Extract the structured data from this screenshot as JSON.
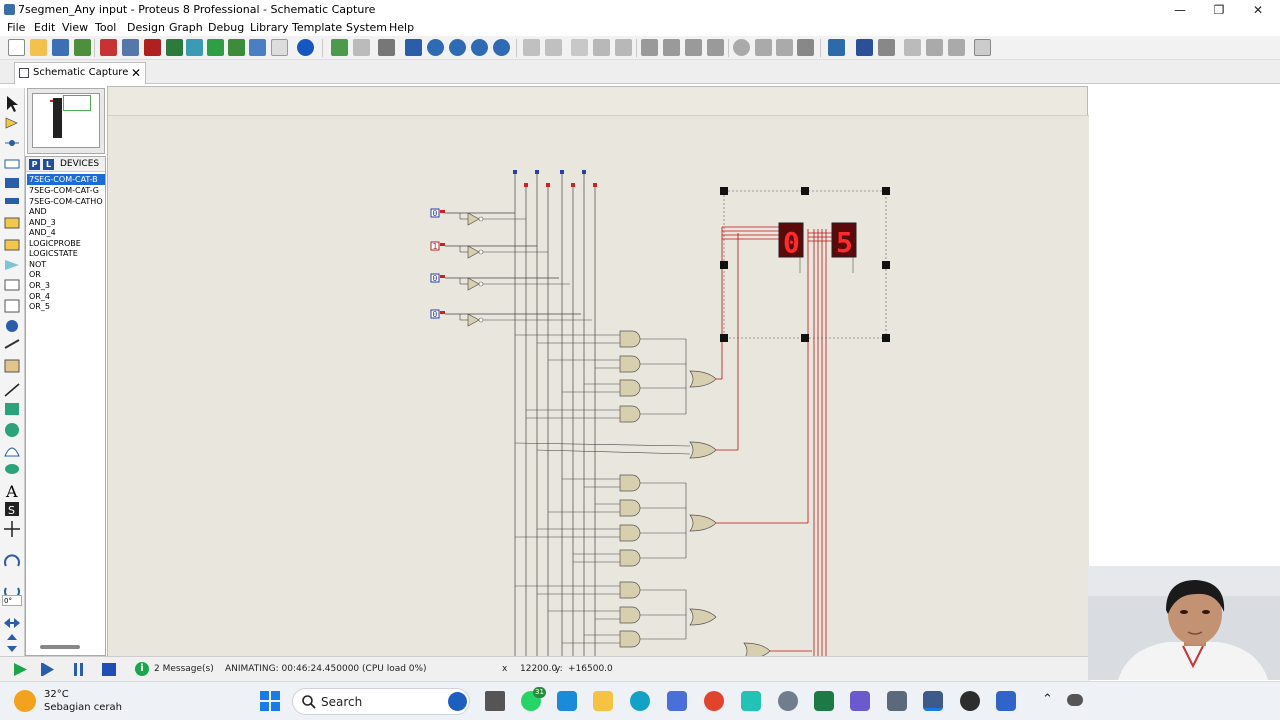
{
  "window": {
    "title": "7segmen_Any input - Proteus 8 Professional - Schematic Capture",
    "minimize": "—",
    "restore": "❐",
    "close": "✕"
  },
  "menu": [
    "File",
    "Edit",
    "View",
    "Tool",
    "Design",
    "Graph",
    "Debug",
    "Library",
    "Template",
    "System",
    "Help"
  ],
  "tab": {
    "label": "Schematic Capture",
    "close": "✕"
  },
  "devices": {
    "header": "DEVICES",
    "p_label": "P",
    "l_label": "L",
    "items": [
      "7SEG-COM-CAT-B",
      "7SEG-COM-CAT-G",
      "7SEG-COM-CATHO",
      "AND",
      "AND_3",
      "AND_4",
      "LOGICPROBE",
      "LOGICSTATE",
      "NOT",
      "OR",
      "OR_3",
      "OR_4",
      "OR_5"
    ],
    "selected": 0
  },
  "left_tools": {
    "rotation": "0°"
  },
  "schematic": {
    "logic_states": [
      "0",
      "1",
      "0",
      "0"
    ],
    "display_digits": [
      "0",
      "5"
    ],
    "wire_color": "#c01010",
    "gate_color": "#d8cfae"
  },
  "status": {
    "messages": "2 Message(s)",
    "animating": "ANIMATING: 00:46:24.450000 (CPU load 0%)",
    "x_label": "x",
    "x_value": "12200.0",
    "y_label": "y:",
    "y_value": "+16500.0"
  },
  "taskbar": {
    "weather_temp": "32°C",
    "weather_desc": "Sebagian cerah",
    "search_placeholder": "Search",
    "whatsapp_badge": "31"
  }
}
